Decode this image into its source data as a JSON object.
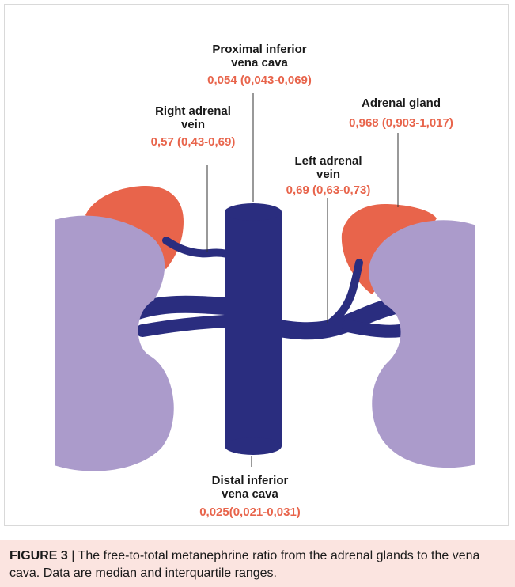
{
  "colors": {
    "kidney": "#ab9bcb",
    "adrenal": "#e8644b",
    "vessel": "#2a2d7f",
    "value_text": "#e8644b",
    "leader_line": "#333333",
    "caption_background": "#fbe4e0"
  },
  "labels": {
    "proximal_ivc": {
      "line1": "Proximal inferior",
      "line2": "vena cava",
      "value": "0,054 (0,043-0,069)"
    },
    "right_adrenal_vein": {
      "line1": "Right adrenal",
      "line2": "vein",
      "value": "0,57 (0,43-0,69)"
    },
    "adrenal_gland": {
      "line1": "Adrenal gland",
      "value": "0,968 (0,903-1,017)"
    },
    "left_adrenal_vein": {
      "line1": "Left adrenal",
      "line2": "vein",
      "value": "0,69 (0,63-0,73)"
    },
    "distal_ivc": {
      "line1": "Distal inferior",
      "line2": "vena cava",
      "value": "0,025(0,021-0,031)"
    }
  },
  "caption": {
    "figure_number": "FIGURE 3",
    "separator": " | ",
    "text": "The free-to-total metanephrine ratio from the adrenal glands to the vena cava. Data are median and interquartile ranges."
  }
}
